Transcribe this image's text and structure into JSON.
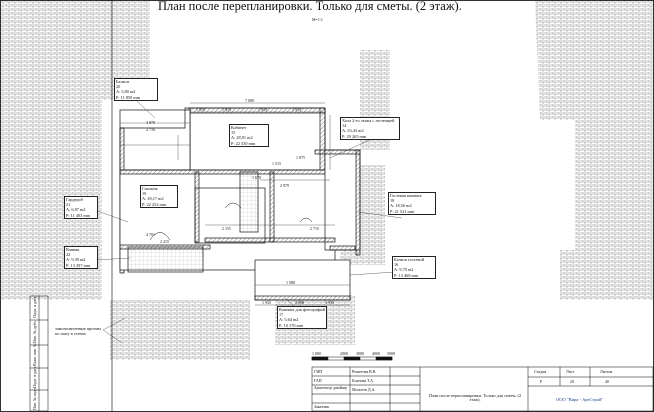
{
  "sheet_title": "План после перепланировки. Только для сметы. (2 этаж).",
  "scale_label": "M=1:1",
  "rooms": [
    {
      "name": "Балкон",
      "num": "20",
      "area": "A: 5,80 m2",
      "perim": "P: 11 850 mm"
    },
    {
      "name": "Кабинет",
      "num": "15",
      "area": "A: 28,91 m2",
      "perim": "P: 22 330 mm"
    },
    {
      "name": "Холл 2-го этажа с лестницей",
      "num": "14",
      "area": "A: 23,43 m2",
      "perim": "P: 29 265 mm"
    },
    {
      "name": "Гардероб",
      "num": "21",
      "area": "A: 6,87 m2",
      "perim": "P: 11 403 mm"
    },
    {
      "name": "Спальня",
      "num": "19",
      "area": "A: 29,17 m2",
      "perim": "P: 22 252 mm"
    },
    {
      "name": "Гостевая комната",
      "num": "18",
      "area": "A: 18,56 m2",
      "perim": "P: 21 521 mm"
    },
    {
      "name": "Ванная",
      "num": "22",
      "area": "A: 9,39 m2",
      "perim": "P: 13 297 mm"
    },
    {
      "name": "Балкон гостевой",
      "num": "16",
      "area": "A: 9,70 m2",
      "perim": "P: 13 468 mm"
    },
    {
      "name": "Комната для фотографий",
      "num": "17",
      "area": "A: 5,64 m2",
      "perim": "P: 10 170 mm"
    }
  ],
  "note": "замоноличенные проемы по шагу в стенах",
  "scale_bar_ticks": [
    "1 000",
    "2000",
    "3000",
    "4000",
    "5000"
  ],
  "dimensions": [
    "7 000",
    "1 919",
    "1 919",
    "1 919",
    "1 919",
    "2 716",
    "3 870",
    "4 701",
    "2 215",
    "1 515",
    "1 875",
    "1 670",
    "2 979",
    "2 715",
    "2 155",
    "1 580",
    "1 935",
    "2 808",
    "1 935"
  ],
  "title_block": {
    "rows": [
      {
        "role": "ГИП",
        "name": "Решетова В.В."
      },
      {
        "role": "ГАП",
        "name": "Есипова Т.А."
      },
      {
        "role": "Архитектор дизайнер",
        "name": "Моисеев Д.А."
      },
      {
        "role": "Заказчик",
        "name": ""
      }
    ],
    "sheet_name": "План после перепланировки. Только для сметы. (2 этаж).",
    "stage_header": "Стадия",
    "stage": "Р",
    "sheet_header": "Лист",
    "sheet": "20",
    "sheets_header": "Листов",
    "sheets": "40",
    "company": "ООО \"Вира - АртСтрой\""
  },
  "left_stamp": [
    "Инв. № подл.",
    "Подп. и дата",
    "Взам. инв. №",
    "Инв. № дубл.",
    "Подп. и дата"
  ]
}
